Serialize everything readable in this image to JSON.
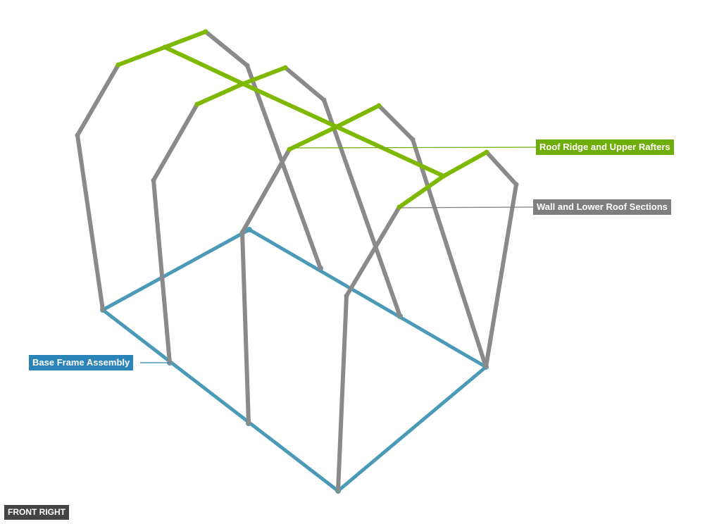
{
  "colors": {
    "base": "#4a9ab8",
    "wall": "#8a8a8a",
    "roof": "#7fb800",
    "base_label": "#2a84b8",
    "wall_label": "#7e7e7e",
    "roof_label": "#6fae0a",
    "view_label": "#444444"
  },
  "labels": {
    "roof": "Roof Ridge and Upper Rafters",
    "wall": "Wall and Lower Roof Sections",
    "base": "Base Frame Assembly"
  },
  "view": {
    "label": "FRONT RIGHT"
  }
}
